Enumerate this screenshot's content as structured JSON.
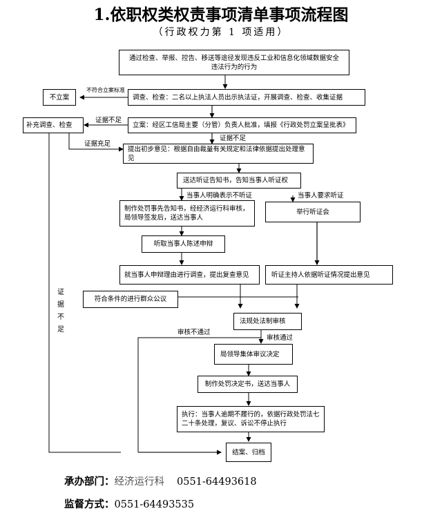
{
  "title": "1.依职权类权责事项清单事项流程图",
  "subtitle": "（行政权力第 1 项适用）",
  "nodes": {
    "discover": "通过检查、举报、控告、移送等途径发现违反工业和信息化领域数据安全违法行为的行为",
    "not_filed": "不立案",
    "investigate": "调查、检查：二名以上执法人员出示执法证，开展调查、检查、收集证据",
    "supplement": "补充调查、检查",
    "file_case": "立案：经区工信局主要（分管）负责人批准，填报《行政处罚立案呈批表》",
    "preliminary": "提出初步意见：根据自由裁量有关规定和法律依据提出处理意见",
    "hearing_notice": "送达听证告知书，告知当事人听证权",
    "pre_notice": "制作处罚事先告知书，经经济运行科审核，局领导签发后，送达当事人",
    "hold_hearing": "举行听证会",
    "hear_defense": "听取当事人陈述申辩",
    "review_defense": "就当事人申辩理由进行调查，提出复查意见",
    "hearing_opinion": "听证主持人依据听证情况提出意见",
    "public_review": "符合条件的进行群众公议",
    "legal_review": "法规处法制审核",
    "collective": "局领导集体审议决定",
    "decision": "制作处罚决定书，送达当事人",
    "execute": "执行：当事人逾期不履行的，依据行政处罚法七二十条处理，复议、诉讼不停止执行",
    "close": "结案、归档"
  },
  "edge_labels": {
    "not_meet_standard": "不符合立案标准",
    "insufficient_1": "证据不足",
    "insufficient_2": "证据不足",
    "sufficient": "证据充足",
    "no_hearing": "当事人明确表示不听证",
    "request_hearing": "当事人要求听证",
    "review_fail": "审核不通过",
    "review_pass": "审核通过",
    "insufficient_vertical": [
      "证",
      "据",
      "不",
      "足"
    ]
  },
  "footer": {
    "dept_label": "承办部门：",
    "dept_name": "经济运行科",
    "dept_phone": "0551-64493618",
    "supervise_label": "监督方式：",
    "supervise_phone": "0551-64493535"
  }
}
